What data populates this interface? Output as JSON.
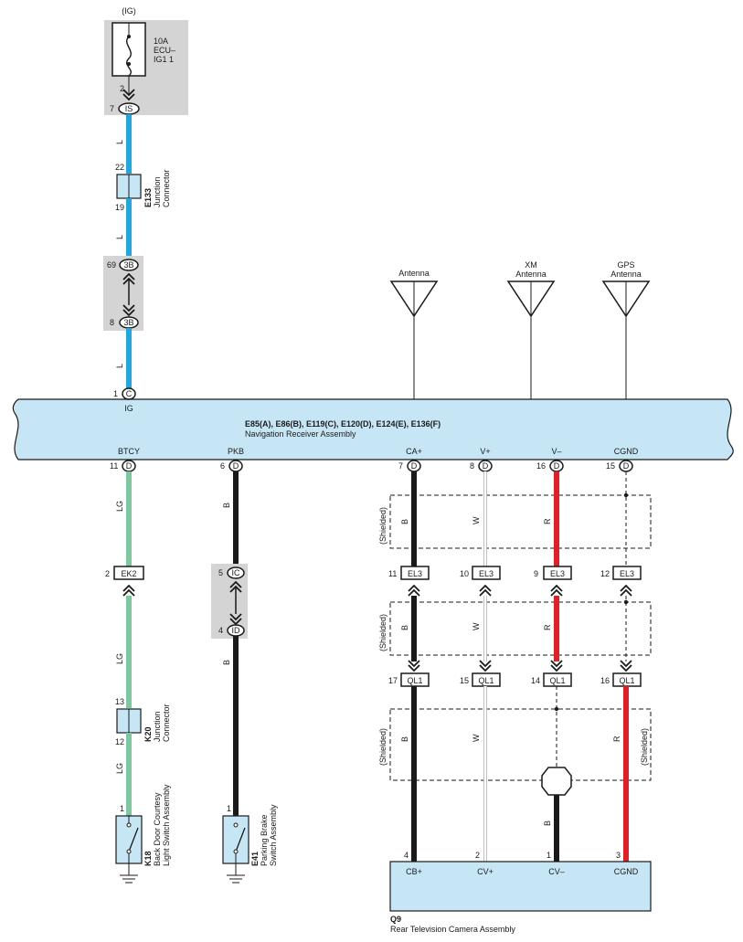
{
  "power_source": {
    "label": "(IG)",
    "fuse_rating": "10A",
    "fuse_name_1": "ECU–",
    "fuse_name_2": "IG1 1",
    "fuse_pin": "2",
    "connector_pin": "7",
    "connector_code": "IS"
  },
  "ig_circuit": {
    "wire_color": "L",
    "junction": {
      "code": "E133",
      "name_1": "Junction",
      "name_2": "Connector",
      "pin_top": "22",
      "pin_bottom": "19"
    },
    "inline_connector": {
      "code": "3B",
      "pin_top": "69",
      "pin_bottom": "8"
    },
    "receiver_pin": "1",
    "receiver_pin_code": "C",
    "receiver_terminal": "IG"
  },
  "antennas": [
    {
      "label_1": "",
      "label_2": "Antenna"
    },
    {
      "label_1": "XM",
      "label_2": "Antenna"
    },
    {
      "label_1": "GPS",
      "label_2": "Antenna"
    }
  ],
  "receiver": {
    "connectors": "E85(A), E86(B), E119(C), E120(D), E124(E), E136(F)",
    "name": "Navigation Receiver Assembly",
    "terminals": [
      {
        "name": "BTCY",
        "pin": "11",
        "code": "D"
      },
      {
        "name": "PKB",
        "pin": "6",
        "code": "D"
      },
      {
        "name": "CA+",
        "pin": "7",
        "code": "D"
      },
      {
        "name": "V+",
        "pin": "8",
        "code": "D"
      },
      {
        "name": "V–",
        "pin": "16",
        "code": "D"
      },
      {
        "name": "CGND",
        "pin": "15",
        "code": "D"
      }
    ]
  },
  "btcy_circuit": {
    "wire_color": "LG",
    "connector": {
      "code": "EK2",
      "pin": "2"
    },
    "junction": {
      "code": "K20",
      "name_1": "Junction",
      "name_2": "Connector",
      "pin_top": "13",
      "pin_bottom": "12"
    },
    "switch": {
      "code": "K18",
      "name_1": "Back Door Courtesy",
      "name_2": "Light Switch Assembly",
      "pin": "1"
    }
  },
  "pkb_circuit": {
    "wire_color": "B",
    "inline_connector": {
      "code_top": "IC",
      "pin_top": "5",
      "code_bottom": "ID",
      "pin_bottom": "4"
    },
    "switch": {
      "code": "E41",
      "name_1": "Parking Brake",
      "name_2": "Switch Assembly",
      "pin": "1"
    }
  },
  "shielded_label": "(Shielded)",
  "video_wires": {
    "colors_upper": [
      "B",
      "W",
      "R"
    ],
    "colors_lower": [
      "B",
      "W",
      "R"
    ],
    "colors_bottom": [
      "B",
      "W",
      "B",
      "R"
    ],
    "el3": {
      "code": "EL3",
      "pins": [
        "11",
        "10",
        "9",
        "12"
      ]
    },
    "ql1": {
      "code": "QL1",
      "pins": [
        "17",
        "15",
        "14",
        "16"
      ]
    }
  },
  "camera": {
    "code": "Q9",
    "name": "Rear Television Camera Assembly",
    "terminals": [
      {
        "name": "CB+",
        "pin": "4"
      },
      {
        "name": "CV+",
        "pin": "2"
      },
      {
        "name": "CV–",
        "pin": "1"
      },
      {
        "name": "CGND",
        "pin": "3"
      }
    ]
  },
  "colors": {
    "wire_L": "#1ea7e1",
    "wire_LG": "#7cc8a0",
    "wire_B": "#1a1a1a",
    "wire_R": "#e41e26",
    "wire_W": "#ffffff",
    "component_fill": "#c7e6f5",
    "source_box_fill": "#d4d4d4"
  }
}
